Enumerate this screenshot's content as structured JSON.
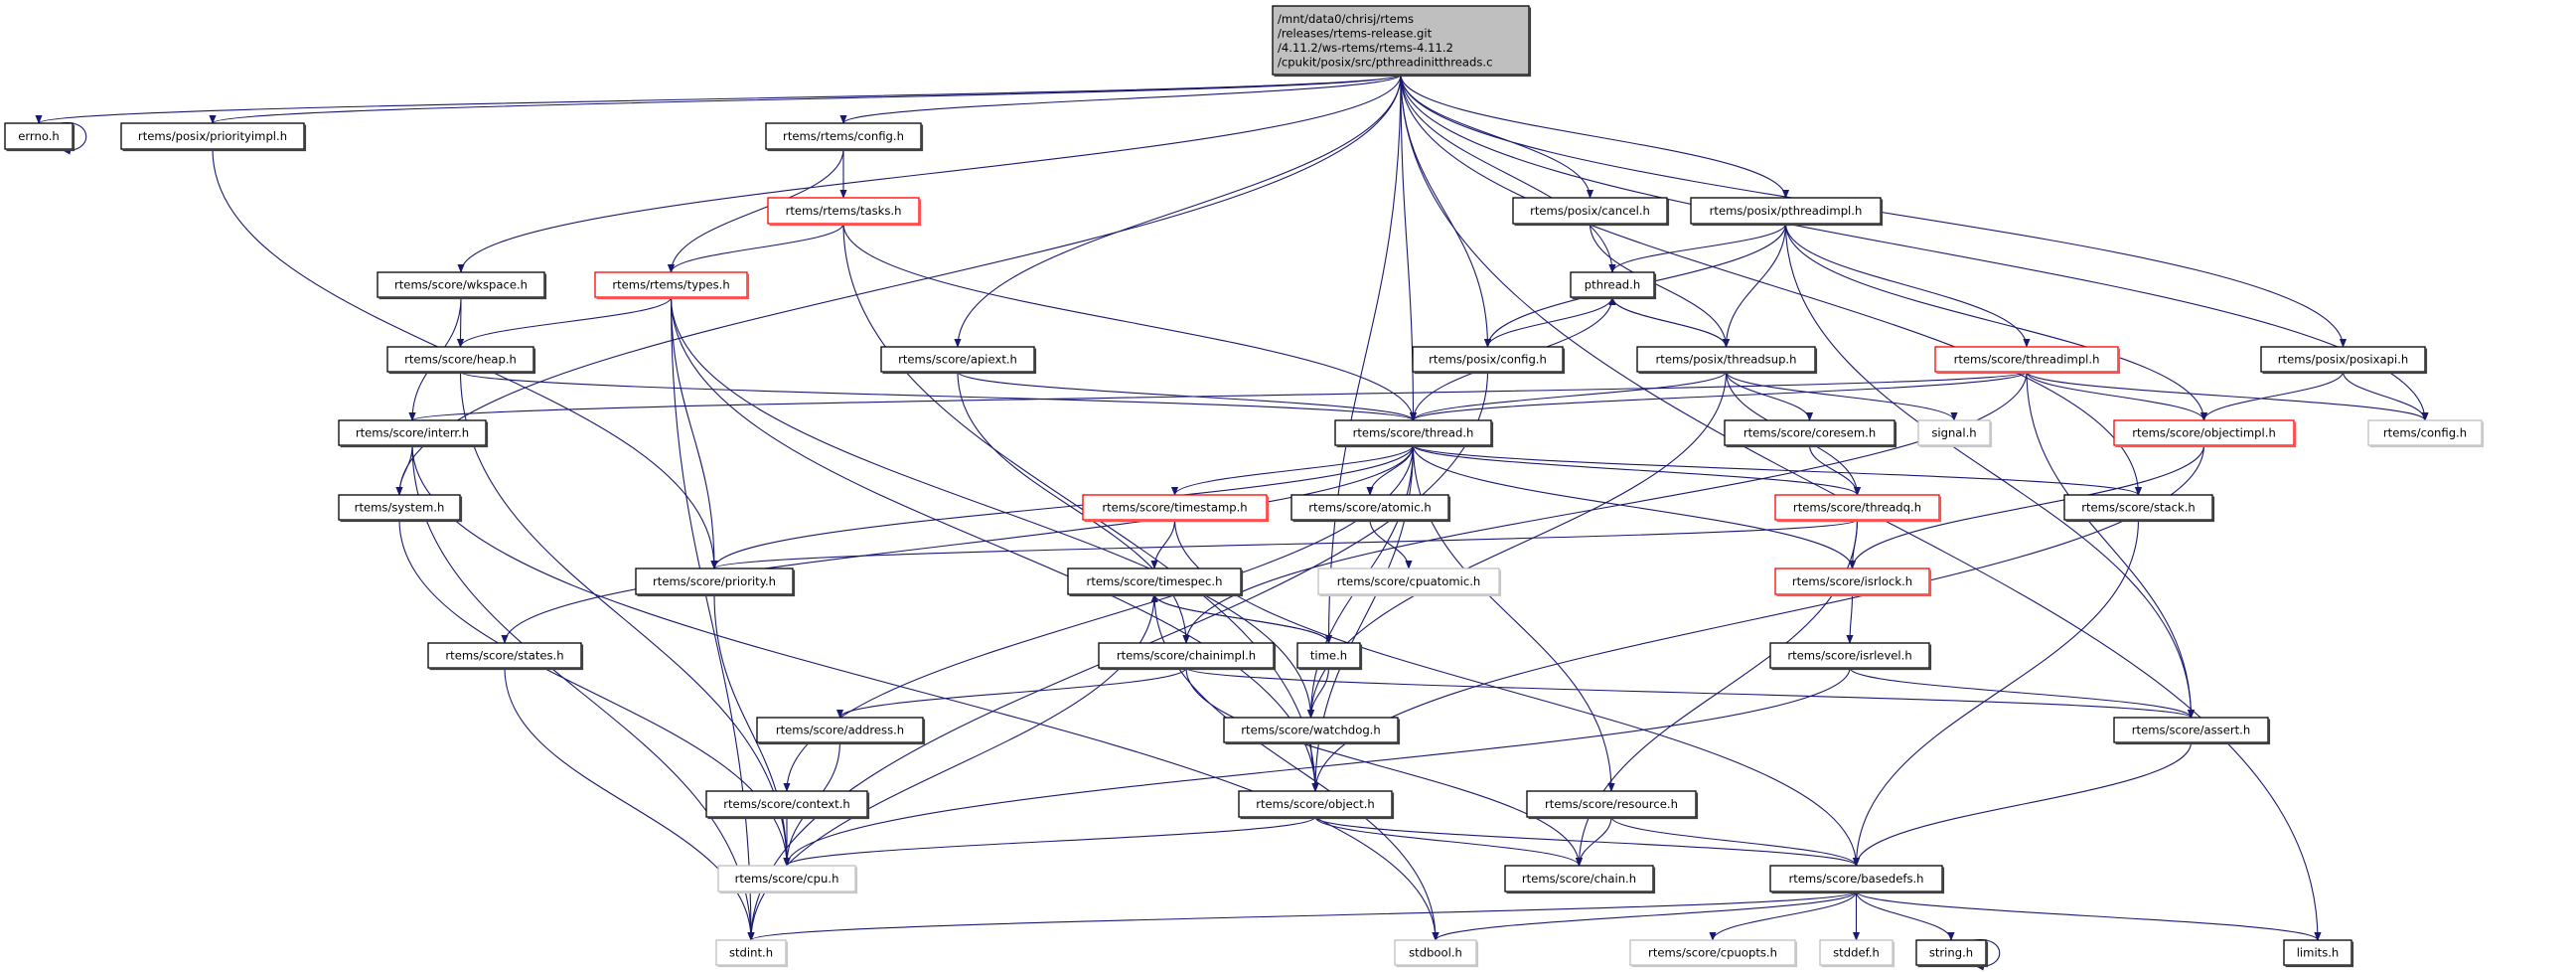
{
  "graph": {
    "edge_color": "#191970",
    "root": {
      "id": "root",
      "lines": [
        "/mnt/data0/chrisj/rtems",
        "/releases/rtems-release.git",
        "/4.11.2/ws-rtems/rtems-4.11.2",
        "/cpukit/posix/src/pthreadinitthreads.c"
      ]
    },
    "nodes": [
      {
        "id": "errno.h",
        "style": "normal"
      },
      {
        "id": "rtems/posix/priorityimpl.h",
        "style": "normal"
      },
      {
        "id": "rtems/rtems/config.h",
        "style": "normal"
      },
      {
        "id": "rtems/rtems/tasks.h",
        "style": "red"
      },
      {
        "id": "rtems/score/wkspace.h",
        "style": "normal"
      },
      {
        "id": "rtems/rtems/types.h",
        "style": "red"
      },
      {
        "id": "rtems/score/heap.h",
        "style": "normal"
      },
      {
        "id": "rtems/score/apiext.h",
        "style": "normal"
      },
      {
        "id": "rtems/score/interr.h",
        "style": "normal"
      },
      {
        "id": "rtems/posix/cancel.h",
        "style": "normal"
      },
      {
        "id": "rtems/posix/pthreadimpl.h",
        "style": "normal"
      },
      {
        "id": "pthread.h",
        "style": "normal"
      },
      {
        "id": "rtems/posix/config.h",
        "style": "normal"
      },
      {
        "id": "rtems/posix/threadsup.h",
        "style": "normal"
      },
      {
        "id": "rtems/score/threadimpl.h",
        "style": "red"
      },
      {
        "id": "rtems/posix/posixapi.h",
        "style": "normal"
      },
      {
        "id": "rtems/score/thread.h",
        "style": "normal"
      },
      {
        "id": "rtems/score/coresem.h",
        "style": "normal"
      },
      {
        "id": "signal.h",
        "style": "gray"
      },
      {
        "id": "rtems/score/objectimpl.h",
        "style": "red"
      },
      {
        "id": "rtems/config.h",
        "style": "gray"
      },
      {
        "id": "rtems/system.h",
        "style": "normal"
      },
      {
        "id": "rtems/score/timestamp.h",
        "style": "red"
      },
      {
        "id": "rtems/score/atomic.h",
        "style": "normal"
      },
      {
        "id": "rtems/score/threadq.h",
        "style": "red"
      },
      {
        "id": "rtems/score/stack.h",
        "style": "normal"
      },
      {
        "id": "rtems/score/priority.h",
        "style": "normal"
      },
      {
        "id": "rtems/score/timespec.h",
        "style": "normal"
      },
      {
        "id": "rtems/score/cpuatomic.h",
        "style": "gray"
      },
      {
        "id": "rtems/score/isrlock.h",
        "style": "red"
      },
      {
        "id": "rtems/score/states.h",
        "style": "normal"
      },
      {
        "id": "rtems/score/chainimpl.h",
        "style": "normal"
      },
      {
        "id": "time.h",
        "style": "normal"
      },
      {
        "id": "rtems/score/isrlevel.h",
        "style": "normal"
      },
      {
        "id": "rtems/score/address.h",
        "style": "normal"
      },
      {
        "id": "rtems/score/watchdog.h",
        "style": "normal"
      },
      {
        "id": "rtems/score/assert.h",
        "style": "normal"
      },
      {
        "id": "rtems/score/context.h",
        "style": "normal"
      },
      {
        "id": "rtems/score/object.h",
        "style": "normal"
      },
      {
        "id": "rtems/score/resource.h",
        "style": "normal"
      },
      {
        "id": "rtems/score/cpu.h",
        "style": "gray"
      },
      {
        "id": "rtems/score/chain.h",
        "style": "normal"
      },
      {
        "id": "rtems/score/basedefs.h",
        "style": "normal"
      },
      {
        "id": "stdint.h",
        "style": "gray"
      },
      {
        "id": "stdbool.h",
        "style": "gray"
      },
      {
        "id": "rtems/score/cpuopts.h",
        "style": "gray"
      },
      {
        "id": "stddef.h",
        "style": "gray"
      },
      {
        "id": "string.h",
        "style": "normal"
      },
      {
        "id": "limits.h",
        "style": "normal"
      }
    ],
    "edges": [
      [
        "root",
        "errno.h"
      ],
      [
        "root",
        "rtems/posix/priorityimpl.h"
      ],
      [
        "root",
        "rtems/rtems/config.h"
      ],
      [
        "root",
        "rtems/score/wkspace.h"
      ],
      [
        "root",
        "rtems/system.h"
      ],
      [
        "root",
        "rtems/score/apiext.h"
      ],
      [
        "root",
        "time.h"
      ],
      [
        "root",
        "rtems/score/thread.h"
      ],
      [
        "root",
        "rtems/posix/config.h"
      ],
      [
        "root",
        "pthread.h"
      ],
      [
        "root",
        "rtems/posix/cancel.h"
      ],
      [
        "root",
        "rtems/posix/pthreadimpl.h"
      ],
      [
        "root",
        "rtems/posix/posixapi.h"
      ],
      [
        "root",
        "rtems/config.h"
      ],
      [
        "root",
        "rtems/score/stack.h"
      ],
      [
        "root",
        "limits.h"
      ],
      [
        "errno.h",
        "errno.h"
      ],
      [
        "rtems/posix/priorityimpl.h",
        "rtems/score/priority.h"
      ],
      [
        "rtems/rtems/config.h",
        "rtems/rtems/tasks.h"
      ],
      [
        "rtems/rtems/config.h",
        "rtems/rtems/types.h"
      ],
      [
        "rtems/rtems/tasks.h",
        "rtems/rtems/types.h"
      ],
      [
        "rtems/rtems/tasks.h",
        "rtems/score/thread.h"
      ],
      [
        "rtems/rtems/tasks.h",
        "rtems/score/object.h"
      ],
      [
        "rtems/score/wkspace.h",
        "rtems/score/heap.h"
      ],
      [
        "rtems/score/wkspace.h",
        "rtems/score/interr.h"
      ],
      [
        "rtems/rtems/types.h",
        "rtems/score/heap.h"
      ],
      [
        "rtems/rtems/types.h",
        "stdint.h"
      ],
      [
        "rtems/rtems/types.h",
        "rtems/score/priority.h"
      ],
      [
        "rtems/rtems/types.h",
        "rtems/score/watchdog.h"
      ],
      [
        "rtems/rtems/types.h",
        "rtems/score/object.h"
      ],
      [
        "rtems/score/heap.h",
        "rtems/score/thread.h"
      ],
      [
        "rtems/score/heap.h",
        "rtems/score/cpu.h"
      ],
      [
        "rtems/score/apiext.h",
        "rtems/score/thread.h"
      ],
      [
        "rtems/score/apiext.h",
        "rtems/score/chainimpl.h"
      ],
      [
        "rtems/score/interr.h",
        "rtems/system.h"
      ],
      [
        "rtems/score/interr.h",
        "stdint.h"
      ],
      [
        "rtems/score/interr.h",
        "stdbool.h"
      ],
      [
        "rtems/system.h",
        "rtems/score/cpu.h"
      ],
      [
        "rtems/posix/cancel.h",
        "rtems/posix/threadsup.h"
      ],
      [
        "rtems/posix/pthreadimpl.h",
        "pthread.h"
      ],
      [
        "rtems/posix/pthreadimpl.h",
        "rtems/posix/config.h"
      ],
      [
        "rtems/posix/pthreadimpl.h",
        "rtems/posix/threadsup.h"
      ],
      [
        "rtems/posix/pthreadimpl.h",
        "rtems/score/threadimpl.h"
      ],
      [
        "rtems/posix/pthreadimpl.h",
        "rtems/score/objectimpl.h"
      ],
      [
        "rtems/posix/pthreadimpl.h",
        "rtems/score/assert.h"
      ],
      [
        "pthread.h",
        "rtems/posix/config.h"
      ],
      [
        "pthread.h",
        "rtems/posix/threadsup.h"
      ],
      [
        "pthread.h",
        "rtems/score/thread.h"
      ],
      [
        "rtems/posix/threadsup.h",
        "pthread.h"
      ],
      [
        "rtems/posix/threadsup.h",
        "rtems/score/thread.h"
      ],
      [
        "rtems/posix/threadsup.h",
        "rtems/score/coresem.h"
      ],
      [
        "rtems/posix/threadsup.h",
        "signal.h"
      ],
      [
        "rtems/posix/threadsup.h",
        "rtems/score/threadq.h"
      ],
      [
        "rtems/posix/threadsup.h",
        "rtems/score/watchdog.h"
      ],
      [
        "rtems/posix/config.h",
        "stdint.h"
      ],
      [
        "rtems/score/threadimpl.h",
        "rtems/score/thread.h"
      ],
      [
        "rtems/score/threadimpl.h",
        "rtems/score/interr.h"
      ],
      [
        "rtems/score/threadimpl.h",
        "rtems/score/objectimpl.h"
      ],
      [
        "rtems/score/threadimpl.h",
        "rtems/config.h"
      ],
      [
        "rtems/score/threadimpl.h",
        "rtems/score/assert.h"
      ],
      [
        "rtems/score/threadimpl.h",
        "rtems/score/chainimpl.h"
      ],
      [
        "rtems/posix/posixapi.h",
        "rtems/score/objectimpl.h"
      ],
      [
        "rtems/posix/posixapi.h",
        "rtems/config.h"
      ],
      [
        "rtems/score/objectimpl.h",
        "rtems/score/isrlock.h"
      ],
      [
        "rtems/score/objectimpl.h",
        "rtems/score/object.h"
      ],
      [
        "rtems/score/thread.h",
        "rtems/score/priority.h"
      ],
      [
        "rtems/score/thread.h",
        "rtems/score/states.h"
      ],
      [
        "rtems/score/thread.h",
        "rtems/score/context.h"
      ],
      [
        "rtems/score/thread.h",
        "rtems/score/timestamp.h"
      ],
      [
        "rtems/score/thread.h",
        "rtems/score/atomic.h"
      ],
      [
        "rtems/score/thread.h",
        "rtems/score/threadq.h"
      ],
      [
        "rtems/score/thread.h",
        "rtems/score/isrlock.h"
      ],
      [
        "rtems/score/thread.h",
        "rtems/score/stack.h"
      ],
      [
        "rtems/score/thread.h",
        "rtems/score/watchdog.h"
      ],
      [
        "rtems/score/thread.h",
        "rtems/score/object.h"
      ],
      [
        "rtems/score/thread.h",
        "rtems/score/resource.h"
      ],
      [
        "rtems/score/coresem.h",
        "rtems/score/threadq.h"
      ],
      [
        "rtems/score/timestamp.h",
        "rtems/score/timespec.h"
      ],
      [
        "rtems/score/timestamp.h",
        "rtems/score/basedefs.h"
      ],
      [
        "rtems/score/atomic.h",
        "rtems/score/cpuatomic.h"
      ],
      [
        "rtems/score/threadq.h",
        "rtems/score/isrlock.h"
      ],
      [
        "rtems/score/threadq.h",
        "rtems/score/priority.h"
      ],
      [
        "rtems/score/threadq.h",
        "rtems/score/chain.h"
      ],
      [
        "rtems/score/isrlock.h",
        "rtems/score/isrlevel.h"
      ],
      [
        "rtems/score/isrlevel.h",
        "rtems/score/assert.h"
      ],
      [
        "rtems/score/isrlevel.h",
        "rtems/score/cpu.h"
      ],
      [
        "rtems/score/stack.h",
        "rtems/score/basedefs.h"
      ],
      [
        "rtems/score/timespec.h",
        "time.h"
      ],
      [
        "rtems/score/timespec.h",
        "stdint.h"
      ],
      [
        "rtems/score/timespec.h",
        "stdbool.h"
      ],
      [
        "time.h",
        "rtems/score/timespec.h"
      ],
      [
        "time.h",
        "rtems/score/watchdog.h"
      ],
      [
        "rtems/score/chainimpl.h",
        "rtems/score/address.h"
      ],
      [
        "rtems/score/chainimpl.h",
        "rtems/score/assert.h"
      ],
      [
        "rtems/score/chainimpl.h",
        "rtems/score/chain.h"
      ],
      [
        "rtems/score/address.h",
        "rtems/score/cpu.h"
      ],
      [
        "rtems/score/states.h",
        "stdint.h"
      ],
      [
        "rtems/score/priority.h",
        "rtems/score/cpu.h"
      ],
      [
        "rtems/score/context.h",
        "rtems/score/cpu.h"
      ],
      [
        "rtems/score/watchdog.h",
        "rtems/score/object.h"
      ],
      [
        "rtems/score/object.h",
        "rtems/score/cpu.h"
      ],
      [
        "rtems/score/object.h",
        "rtems/score/chain.h"
      ],
      [
        "rtems/score/object.h",
        "rtems/score/basedefs.h"
      ],
      [
        "rtems/score/resource.h",
        "rtems/score/chain.h"
      ],
      [
        "rtems/score/resource.h",
        "rtems/score/basedefs.h"
      ],
      [
        "rtems/score/assert.h",
        "rtems/score/basedefs.h"
      ],
      [
        "rtems/score/basedefs.h",
        "stdint.h"
      ],
      [
        "rtems/score/basedefs.h",
        "stdbool.h"
      ],
      [
        "rtems/score/basedefs.h",
        "rtems/score/cpuopts.h"
      ],
      [
        "rtems/score/basedefs.h",
        "stddef.h"
      ],
      [
        "rtems/score/basedefs.h",
        "string.h"
      ],
      [
        "rtems/score/basedefs.h",
        "limits.h"
      ],
      [
        "string.h",
        "string.h"
      ]
    ]
  }
}
